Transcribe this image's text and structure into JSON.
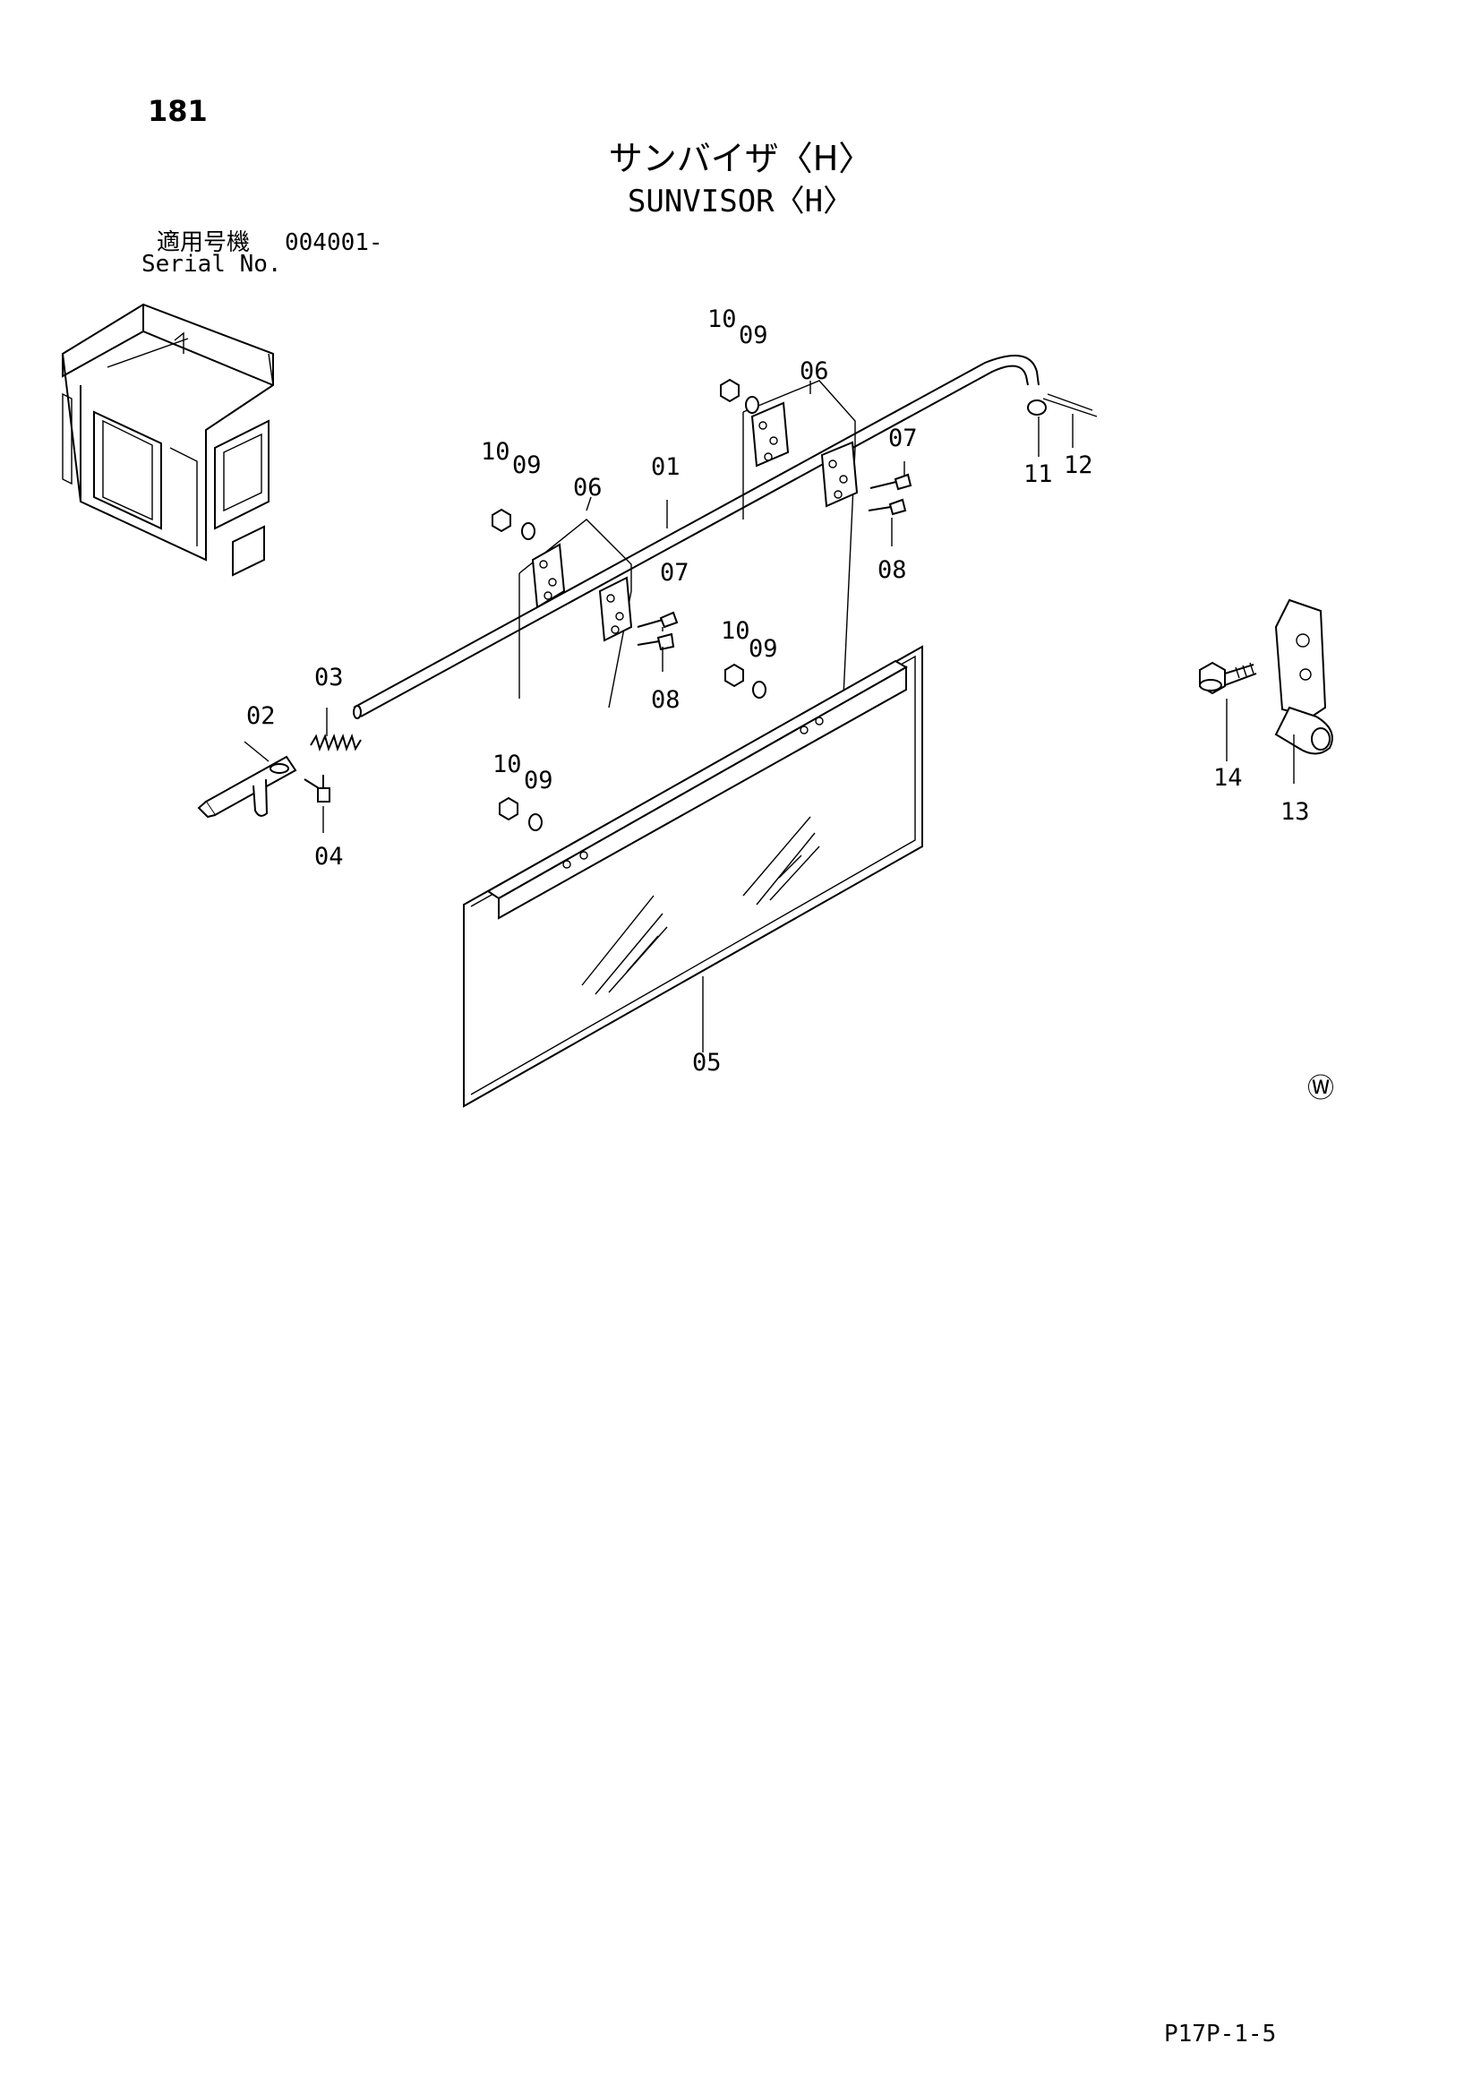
{
  "page_number": "181",
  "title_ja": "サンバイザ〈H〉",
  "title_en": "SUNVISOR〈H〉",
  "serial_label_ja": "適用号機",
  "serial_value": "004001-",
  "serial_label_en": "Serial No.",
  "page_code": "P17P-1-5",
  "watermark_symbol": "Ⓦ",
  "callouts": {
    "c01": "01",
    "c02": "02",
    "c03": "03",
    "c04": "04",
    "c05": "05",
    "c06a": "06",
    "c06b": "06",
    "c07a": "07",
    "c07b": "07",
    "c08a": "08",
    "c08b": "08",
    "c09a": "09",
    "c09b": "09",
    "c09c": "09",
    "c09d": "09",
    "c10a": "10",
    "c10b": "10",
    "c10c": "10",
    "c10d": "10",
    "c11": "11",
    "c12": "12",
    "c13": "13",
    "c14": "14"
  }
}
